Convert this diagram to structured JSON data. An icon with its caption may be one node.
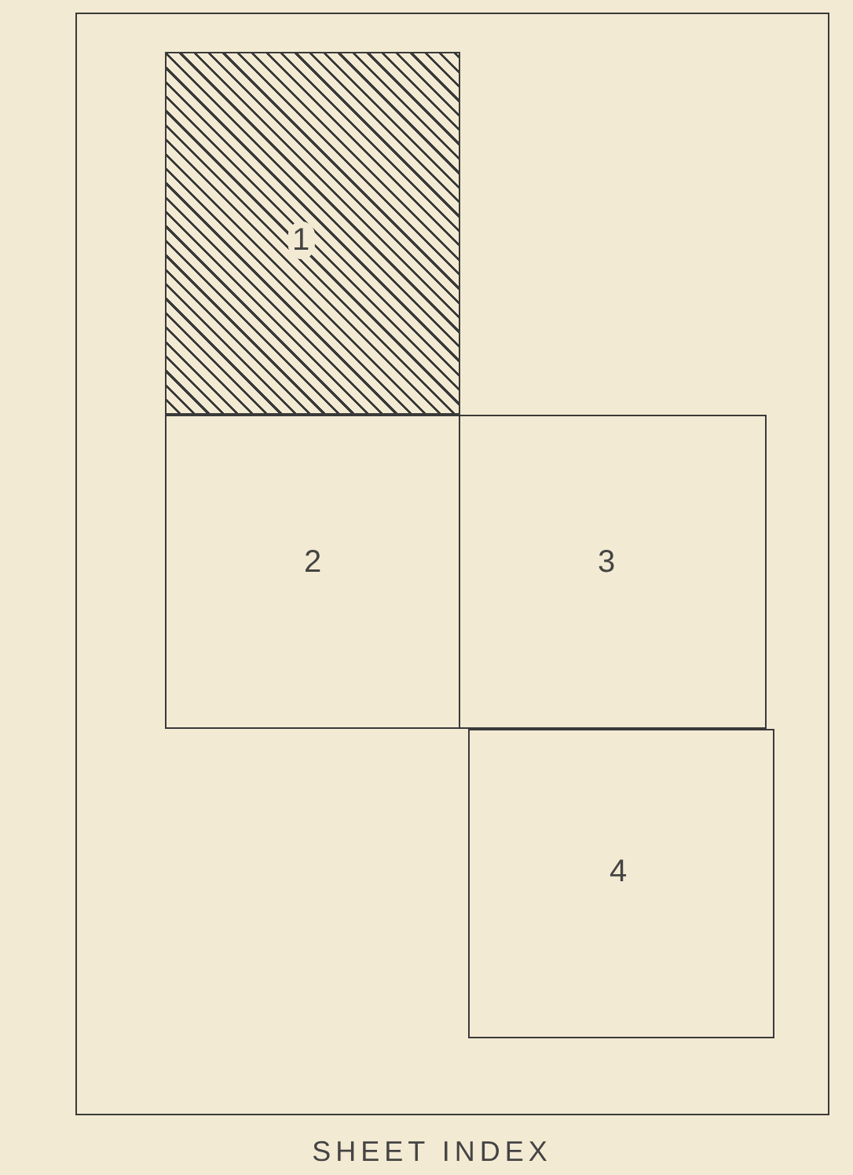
{
  "diagram": {
    "caption": "SHEET INDEX",
    "nodes": [
      {
        "text": [],
        "shape": "box"
      },
      {
        "text": [
          "1"
        ],
        "in": 0
      },
      {
        "text": [
          "2"
        ],
        "in": 0
      },
      {
        "text": [
          "3"
        ],
        "in": 0
      },
      {
        "text": [
          "4"
        ],
        "in": 0
      }
    ]
  }
}
